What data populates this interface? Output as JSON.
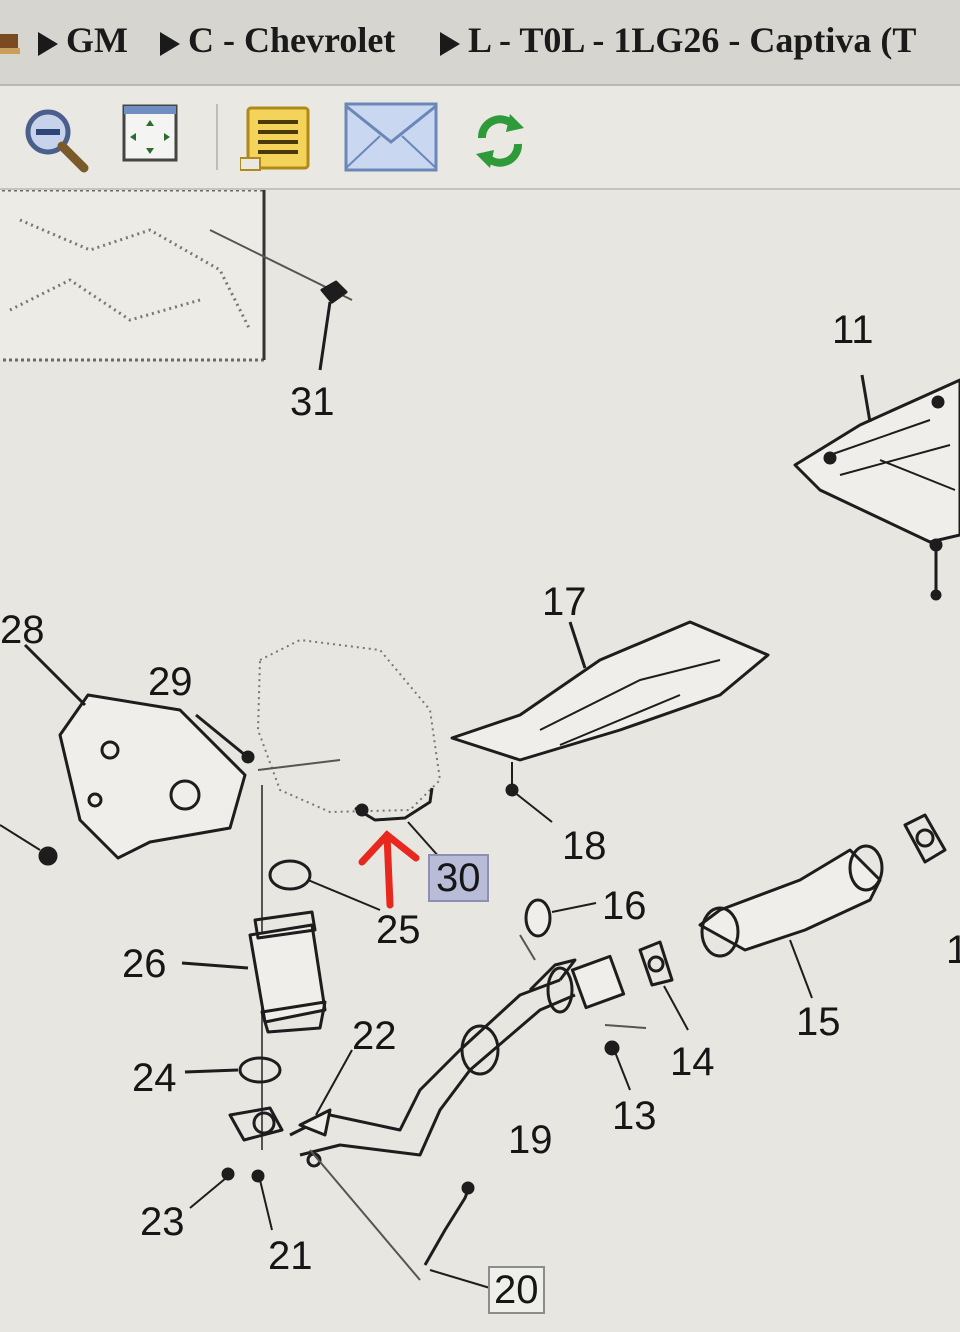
{
  "breadcrumb": [
    {
      "label": "GM"
    },
    {
      "label": "C - Chevrolet"
    },
    {
      "label": "L - T0L - 1LG26 - Captiva (T"
    }
  ],
  "toolbar": {
    "buttons": [
      {
        "icon": "zoom-out-icon"
      },
      {
        "icon": "fit-page-icon"
      },
      {
        "icon": "list-icon"
      },
      {
        "icon": "email-icon"
      },
      {
        "icon": "refresh-icon"
      }
    ]
  },
  "callouts": {
    "c11": "11",
    "c13": "13",
    "c14": "14",
    "c15": "15",
    "c16": "16",
    "c17": "17",
    "c18": "18",
    "c19": "19",
    "c20": "20",
    "c21": "21",
    "c22": "22",
    "c23": "23",
    "c24": "24",
    "c25": "25",
    "c26": "26",
    "c28": "28",
    "c29": "29",
    "c30": "30",
    "c31": "31",
    "cEdge": "1"
  },
  "selected_callout": "30",
  "colors": {
    "selection": "#b9bcd6",
    "annotation_arrow": "#e8281e",
    "line_art": "#1d1d1d"
  }
}
